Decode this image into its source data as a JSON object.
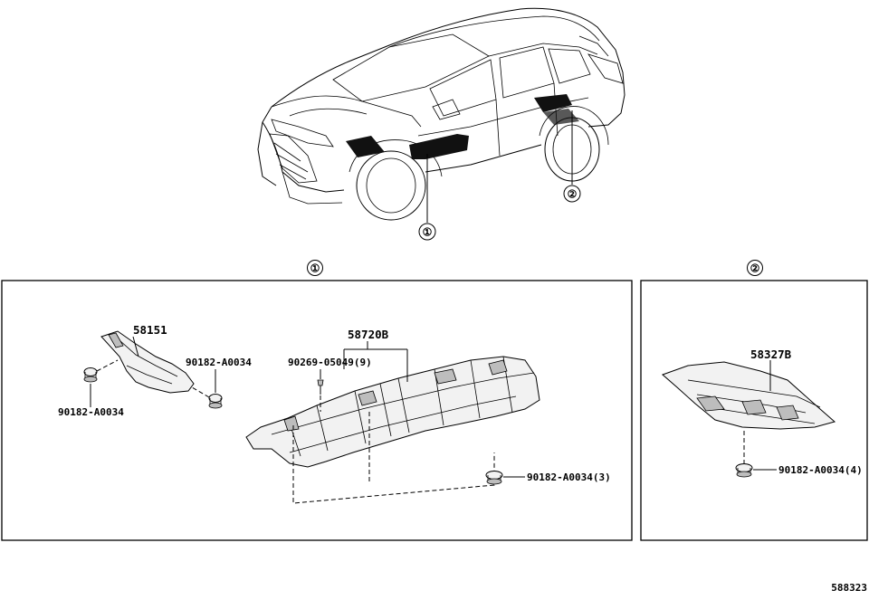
{
  "callouts": {
    "c1": "①",
    "c2": "②"
  },
  "panel_titles": {
    "panel1": "①",
    "panel2": "②"
  },
  "panel1": {
    "part_58151": "58151",
    "clip_left": "90182-A0034",
    "clip_right": "90182-A0034",
    "part_58720B": "58720B",
    "bolt": "90269-05049(9)",
    "clip_bottom": "90182-A0034(3)"
  },
  "panel2": {
    "part_58327B": "58327B",
    "clip": "90182-A0034(4)"
  },
  "diagram_code": "588323"
}
